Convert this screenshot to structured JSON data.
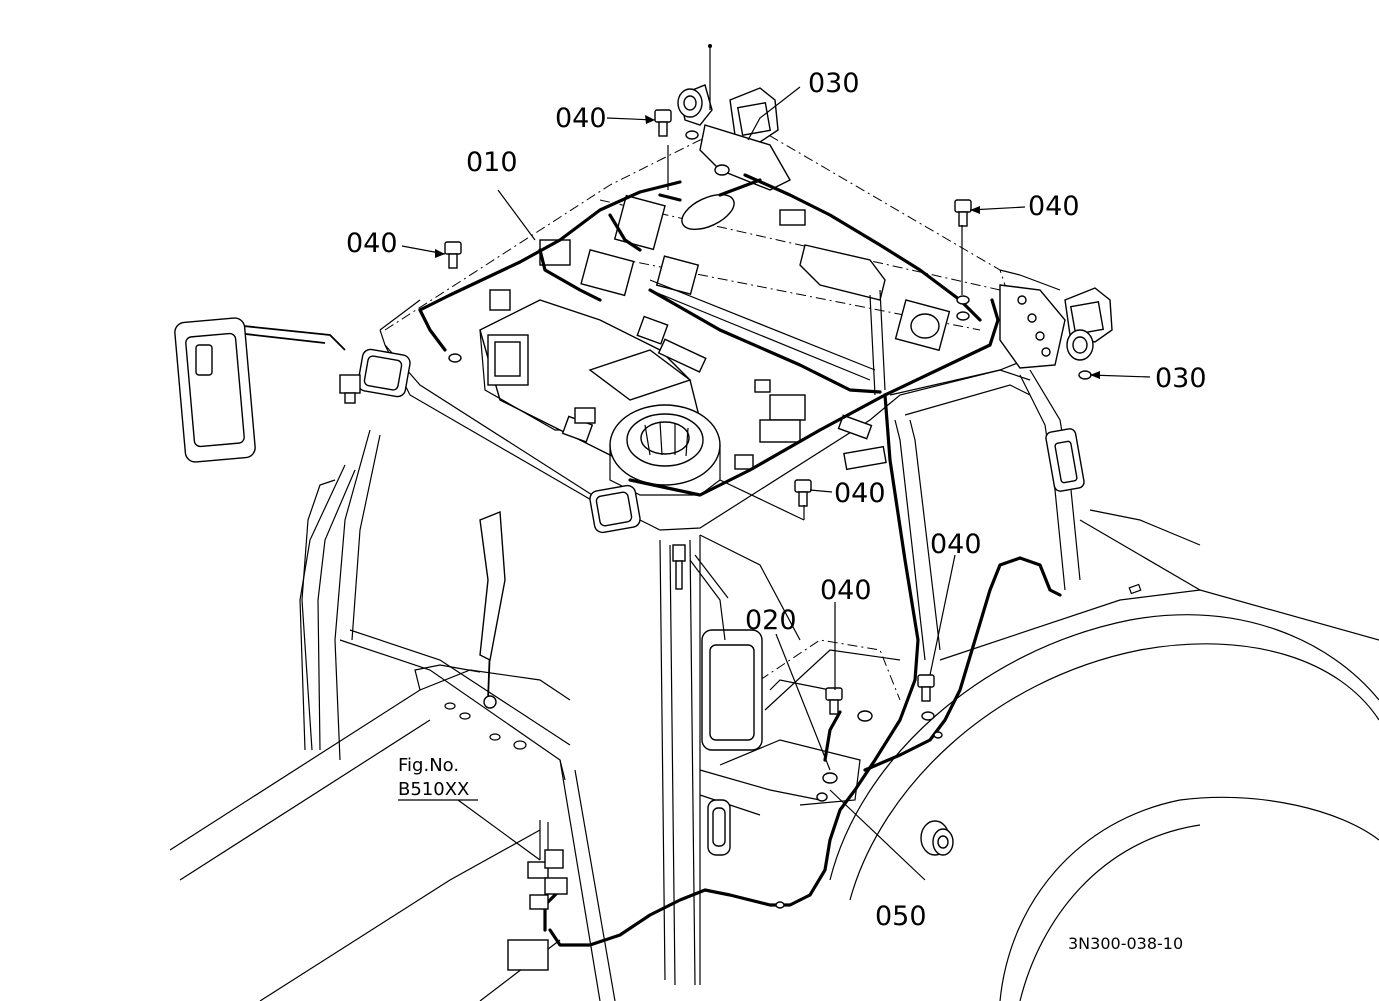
{
  "labels": {
    "p010": "010",
    "p020": "020",
    "p030_top": "030",
    "p030_right": "030",
    "p040_top": "040",
    "p040_left": "040",
    "p040_right_top": "040",
    "p040_center": "040",
    "p040_lower_a": "040",
    "p040_lower_b": "040",
    "p050": "050"
  },
  "reference": {
    "line1": "Fig.No.",
    "line2": "B510XX"
  },
  "drawing_code": "3N300-038-10"
}
